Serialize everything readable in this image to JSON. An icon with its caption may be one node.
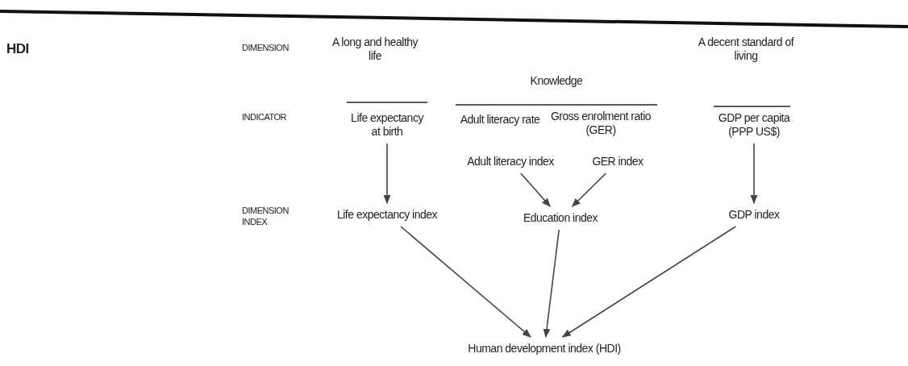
{
  "diagram": {
    "title": "HDI",
    "nodes": [
      {
        "text": [
          "Life expectancy at birth"
        ]
      },
      {
        "text": [
          "GDP per capita (PPP US$)"
        ]
      },
      {
        "text": [
          "Adult literacy index"
        ]
      },
      {
        "text": [
          "GER index"
        ]
      },
      {
        "text": [
          "Life expectancy index"
        ]
      },
      {
        "text": [
          "Education index"
        ]
      },
      {
        "text": [
          "GDP index"
        ]
      },
      {
        "text": [
          "Human development index (HDI)"
        ]
      }
    ],
    "edges": [
      {
        "from": 0,
        "to": 4,
        "arrow": "to"
      },
      {
        "from": 2,
        "to": 5,
        "arrow": "to"
      },
      {
        "from": 3,
        "to": 5,
        "arrow": "to"
      },
      {
        "from": 1,
        "to": 6,
        "arrow": "to"
      },
      {
        "from": 4,
        "to": 7,
        "arrow": "to"
      },
      {
        "from": 5,
        "to": 7,
        "arrow": "to"
      },
      {
        "from": 6,
        "to": 7,
        "arrow": "to"
      }
    ],
    "labels": [
      "DIMENSION",
      "A long and healthy life",
      "Knowledge",
      "A decent standard of living",
      "INDICATOR",
      "Adult literacy rate",
      "Gross enrolment ratio (GER)",
      "DIMENSION INDEX"
    ]
  }
}
